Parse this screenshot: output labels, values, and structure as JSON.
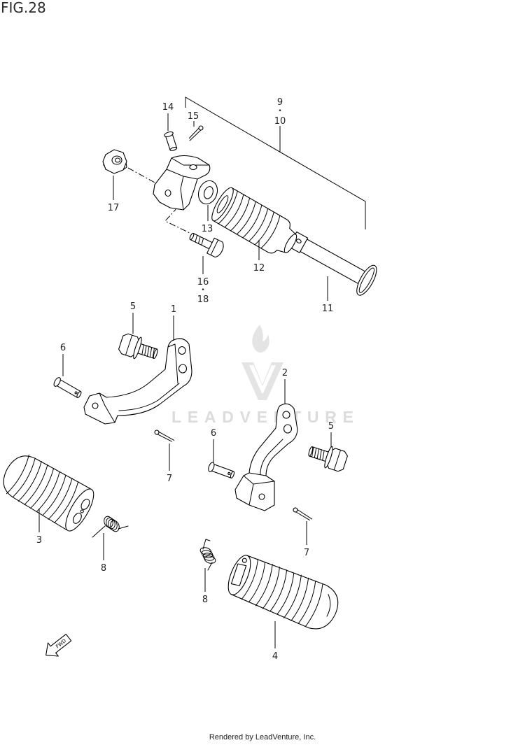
{
  "figure": {
    "title": "FIG.28"
  },
  "watermark": "LEADVENTURE",
  "fwd_label": "FWD",
  "footer": "Rendered by LeadVenture, Inc.",
  "callouts": [
    "14",
    "15",
    "9",
    "•",
    "10",
    "17",
    "13",
    "12",
    "16",
    "•",
    "18",
    "11",
    "5",
    "1",
    "6",
    "2",
    "5",
    "6",
    "7",
    "3",
    "7",
    "8",
    "8",
    "4"
  ]
}
